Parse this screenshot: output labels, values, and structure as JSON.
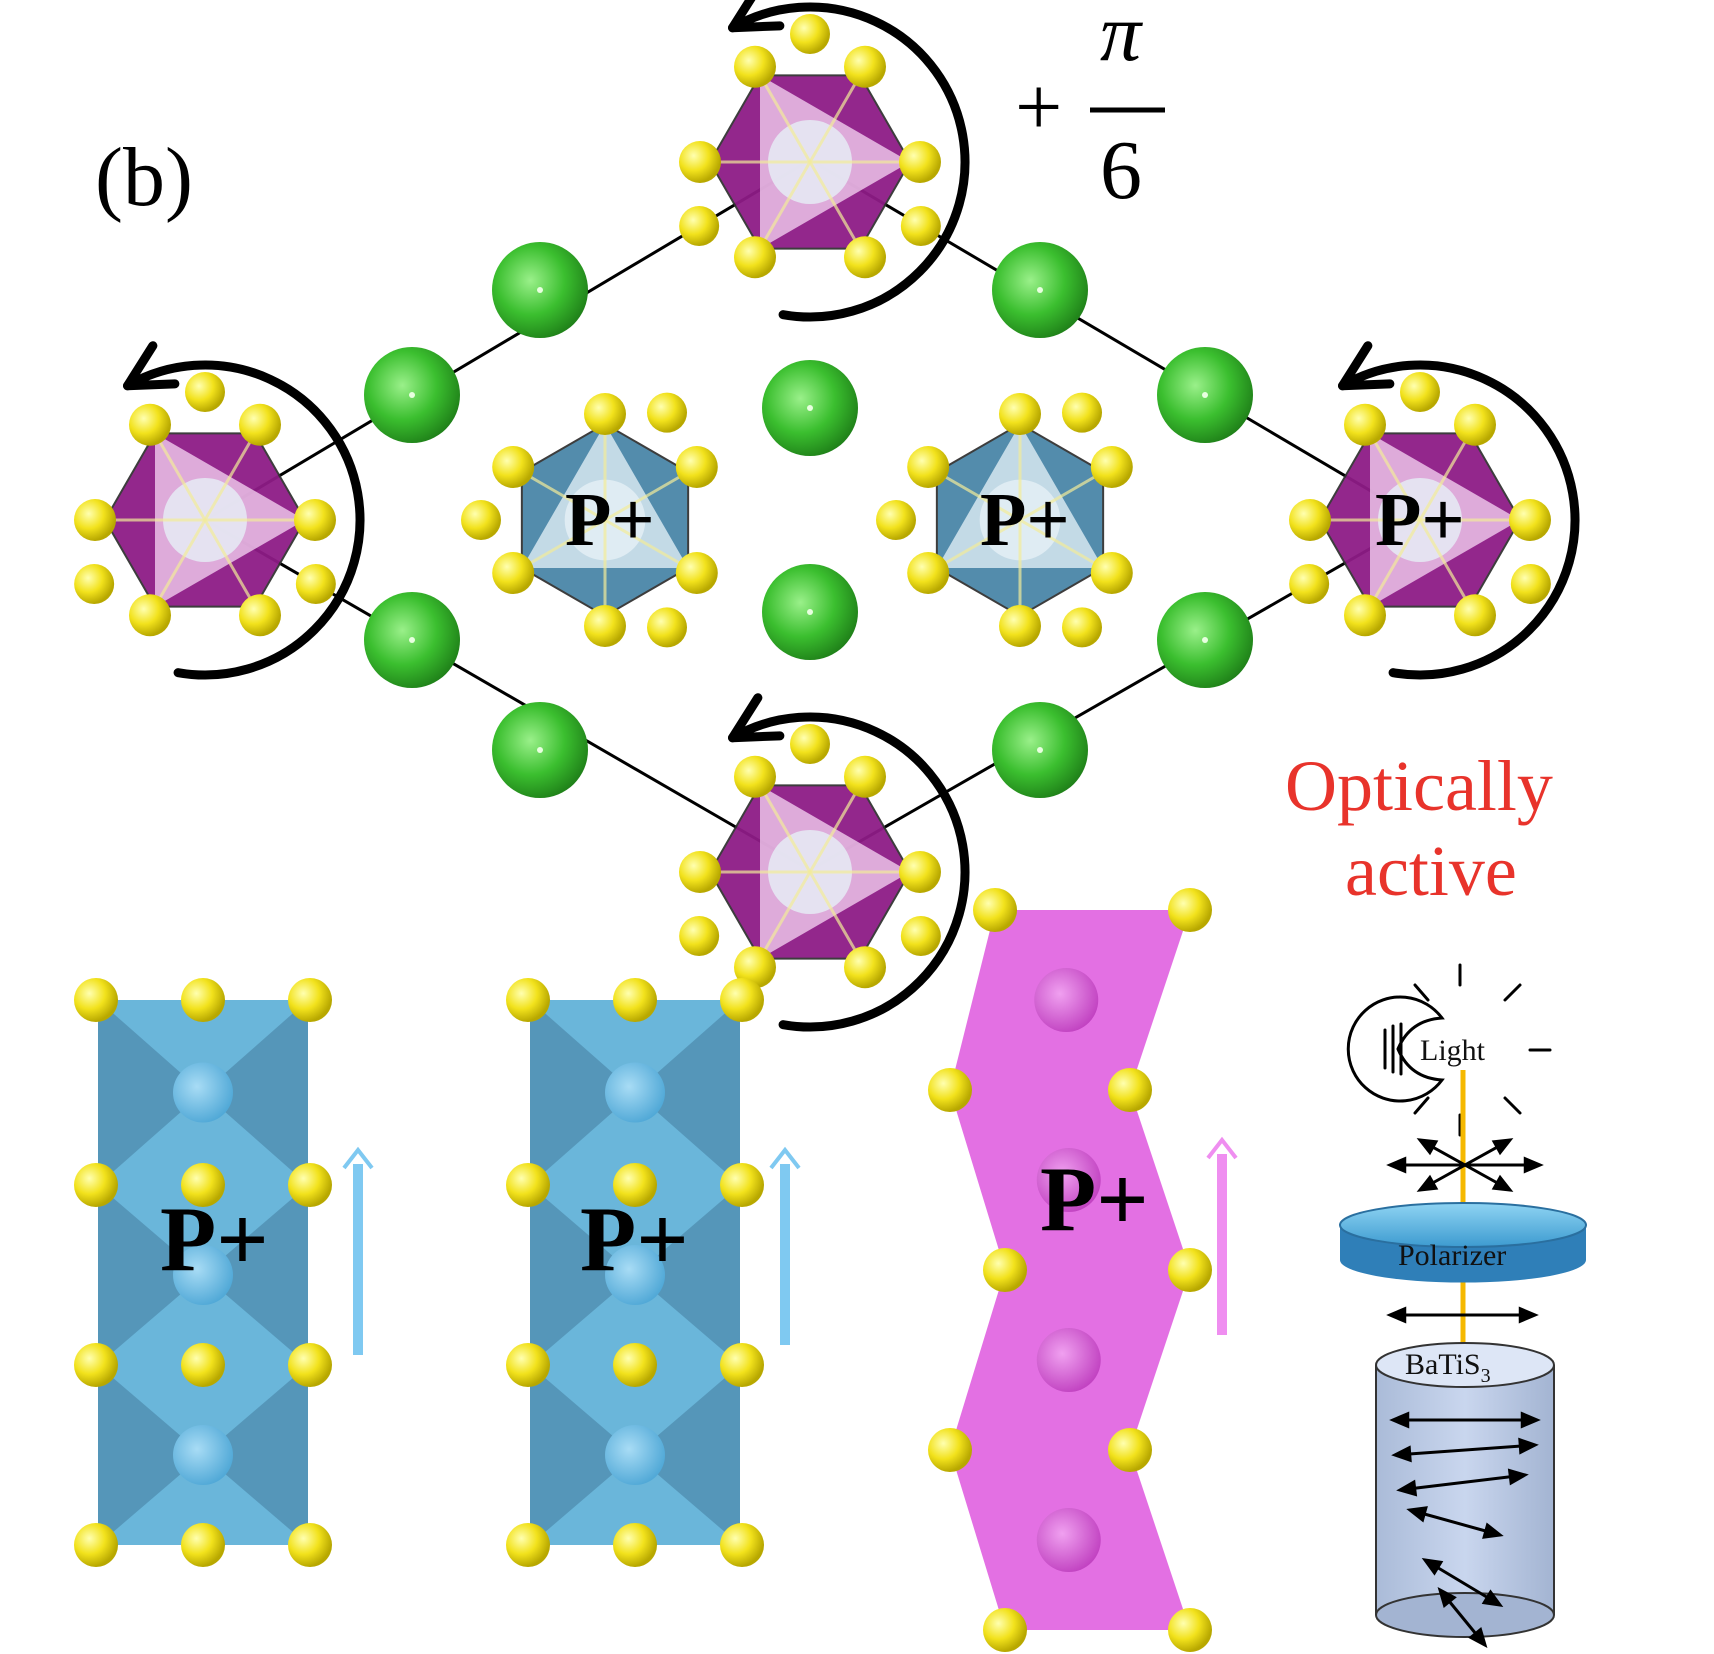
{
  "figure": {
    "panel_label": "(b)",
    "rotation": {
      "sign": "+",
      "numerator": "π",
      "denominator": "6"
    },
    "polarization_label": "P+",
    "annotation": {
      "line1": "Optically",
      "line2": "active"
    },
    "setup": {
      "light_label": "Light",
      "polarizer_label": "Polarizer",
      "sample_label": "BaTiS",
      "sample_subscript": "3"
    },
    "colors": {
      "purple_octahedron": "#8e1c86",
      "blue_octahedron": "#4a86a8",
      "chain_blue": "#5aaed6",
      "chain_pink": "#e060e0",
      "sulfur": "#f2e21c",
      "barium": "#3bbf2f",
      "arrow_black": "#000000",
      "arrow_blue": "#7fc9f1",
      "arrow_pink": "#ef8ef0",
      "label_red": "#e8332b"
    }
  }
}
